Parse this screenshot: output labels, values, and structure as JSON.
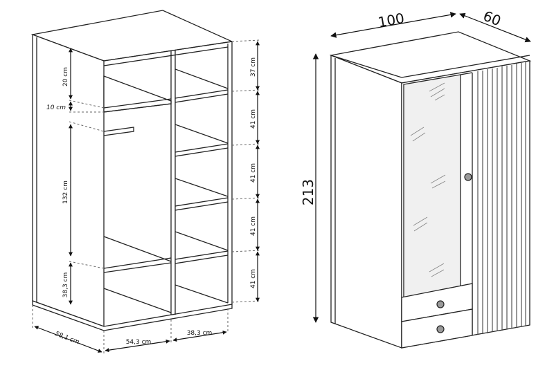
{
  "left_drawing": {
    "heights": [
      "37 cm",
      "41 cm",
      "41 cm",
      "41 cm",
      "41 cm"
    ],
    "left_heights": [
      "20 cm",
      "10 cm",
      "132 cm",
      "38,3 cm"
    ],
    "depth": "58,1 cm",
    "widths": [
      "54,3 cm",
      "38,3 cm"
    ]
  },
  "right_drawing": {
    "width": "100",
    "depth": "60",
    "height": "213"
  },
  "colors": {
    "line": "#222222",
    "glass": "#f0f0f0",
    "knob": "#9a9a9a"
  }
}
